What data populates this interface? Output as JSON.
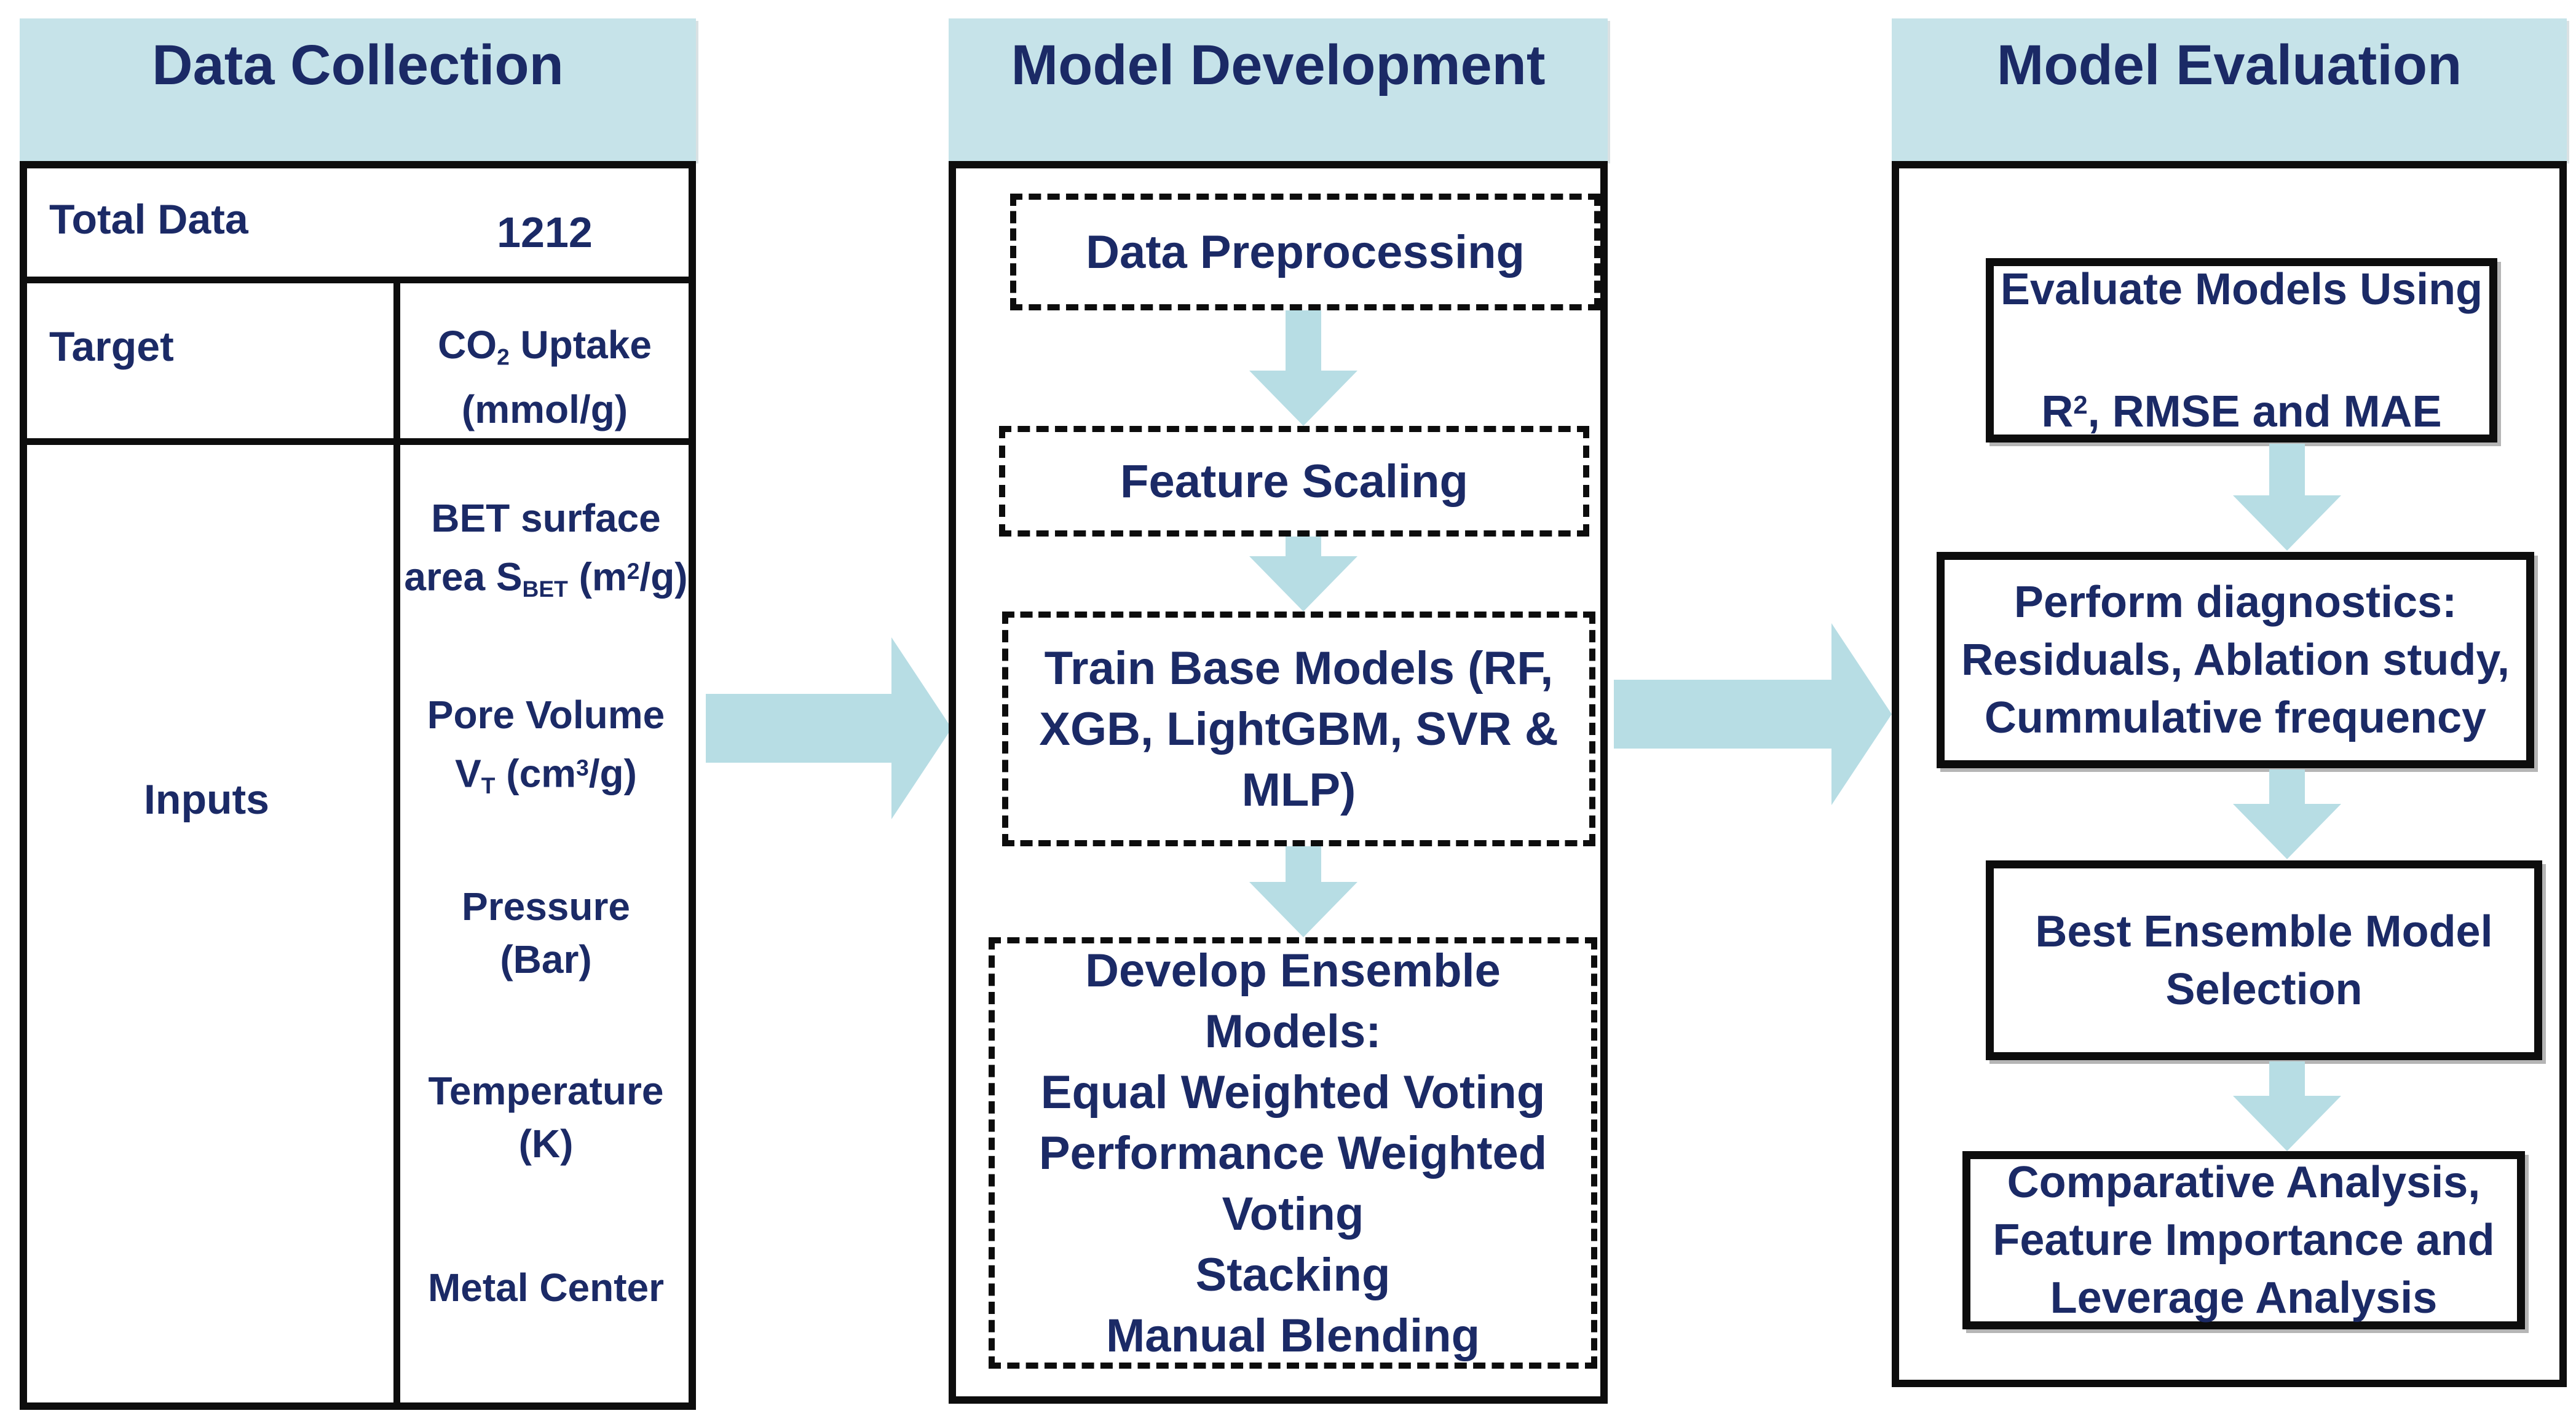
{
  "colors": {
    "header_bg": "#c6e3e9",
    "arrow": "#b7dde4",
    "text_navy": "#1b2a66",
    "border_black": "#0d0d0d"
  },
  "left": {
    "title": "Data Collection",
    "rows": {
      "total_label": "Total Data",
      "total_value": "1212",
      "target_label": "Target",
      "target_a": "CO",
      "target_sub": "2",
      "target_b": " Uptake",
      "target_unit": "(mmol/g)",
      "inputs_label": "Inputs"
    },
    "inputs": {
      "bet_l1": "BET surface",
      "bet_l2a": "area S",
      "bet_sub": "BET",
      "bet_l2b": " (m",
      "bet_sup": "2",
      "bet_l2c": "/g)",
      "pore_l1": "Pore Volume",
      "pore_l2a": "V",
      "pore_sub": "T",
      "pore_l2b": " (cm",
      "pore_sup": "3",
      "pore_l2c": "/g)",
      "pressure_l1": "Pressure",
      "pressure_l2": "(Bar)",
      "temp_l1": "Temperature",
      "temp_l2": "(K)",
      "metal_l1": "Metal Center"
    }
  },
  "middle": {
    "title": "Model Development",
    "step1": "Data Preprocessing",
    "step2": "Feature Scaling",
    "step3": "Train Base Models (RF,\nXGB, LightGBM, SVR &\nMLP)",
    "step4": "Develop Ensemble Models:\nEqual Weighted Voting\nPerformance Weighted\nVoting\nStacking\nManual Blending"
  },
  "right": {
    "title": "Model Evaluation",
    "step1_l1": "Evaluate Models Using",
    "step1_l2a": "R",
    "step1_sup": "2",
    "step1_l2b": ", RMSE and MAE",
    "step2": "Perform diagnostics:\nResiduals, Ablation study,\nCummulative frequency",
    "step3": "Best Ensemble Model\nSelection",
    "step4": "Comparative Analysis,\nFeature Importance and\nLeverage Analysis"
  }
}
